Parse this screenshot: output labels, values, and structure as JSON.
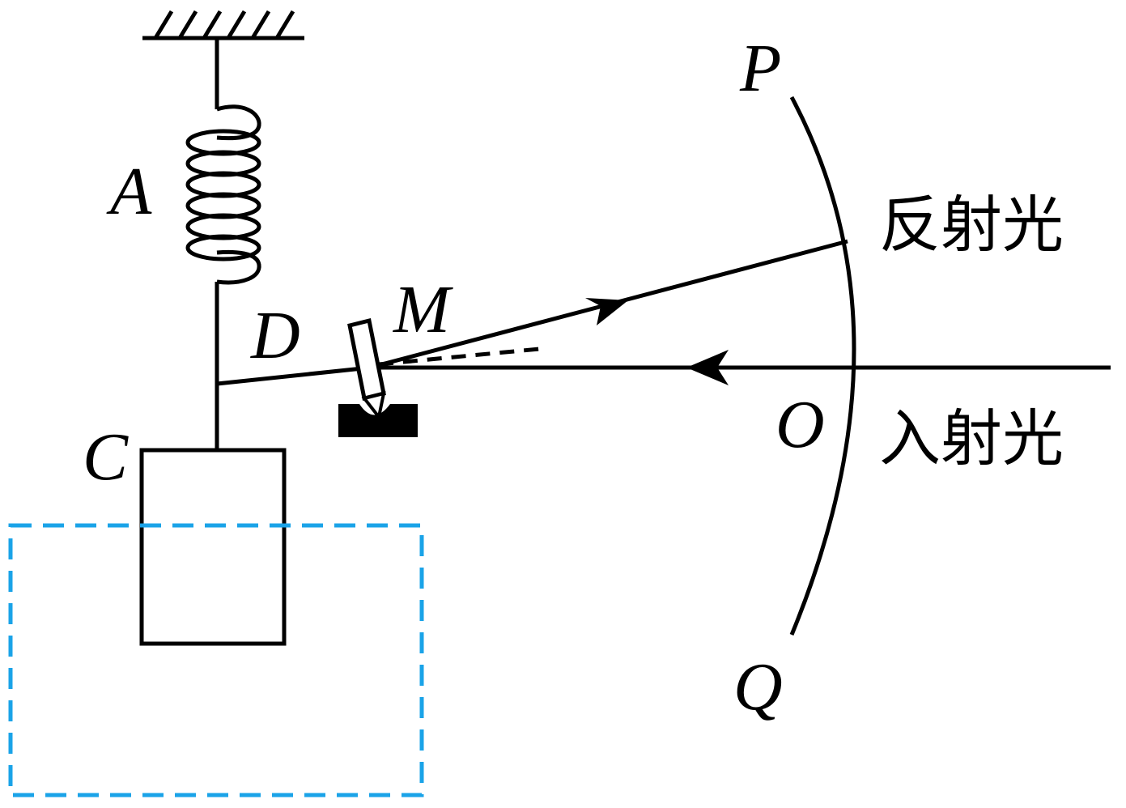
{
  "labels": {
    "A": "A",
    "C": "C",
    "D": "D",
    "M": "M",
    "P": "P",
    "Q": "Q",
    "O": "O",
    "reflected": "反射光",
    "incident": "入射光"
  },
  "colors": {
    "ink": "#000000",
    "dashed_box": "#1aa3e8"
  }
}
